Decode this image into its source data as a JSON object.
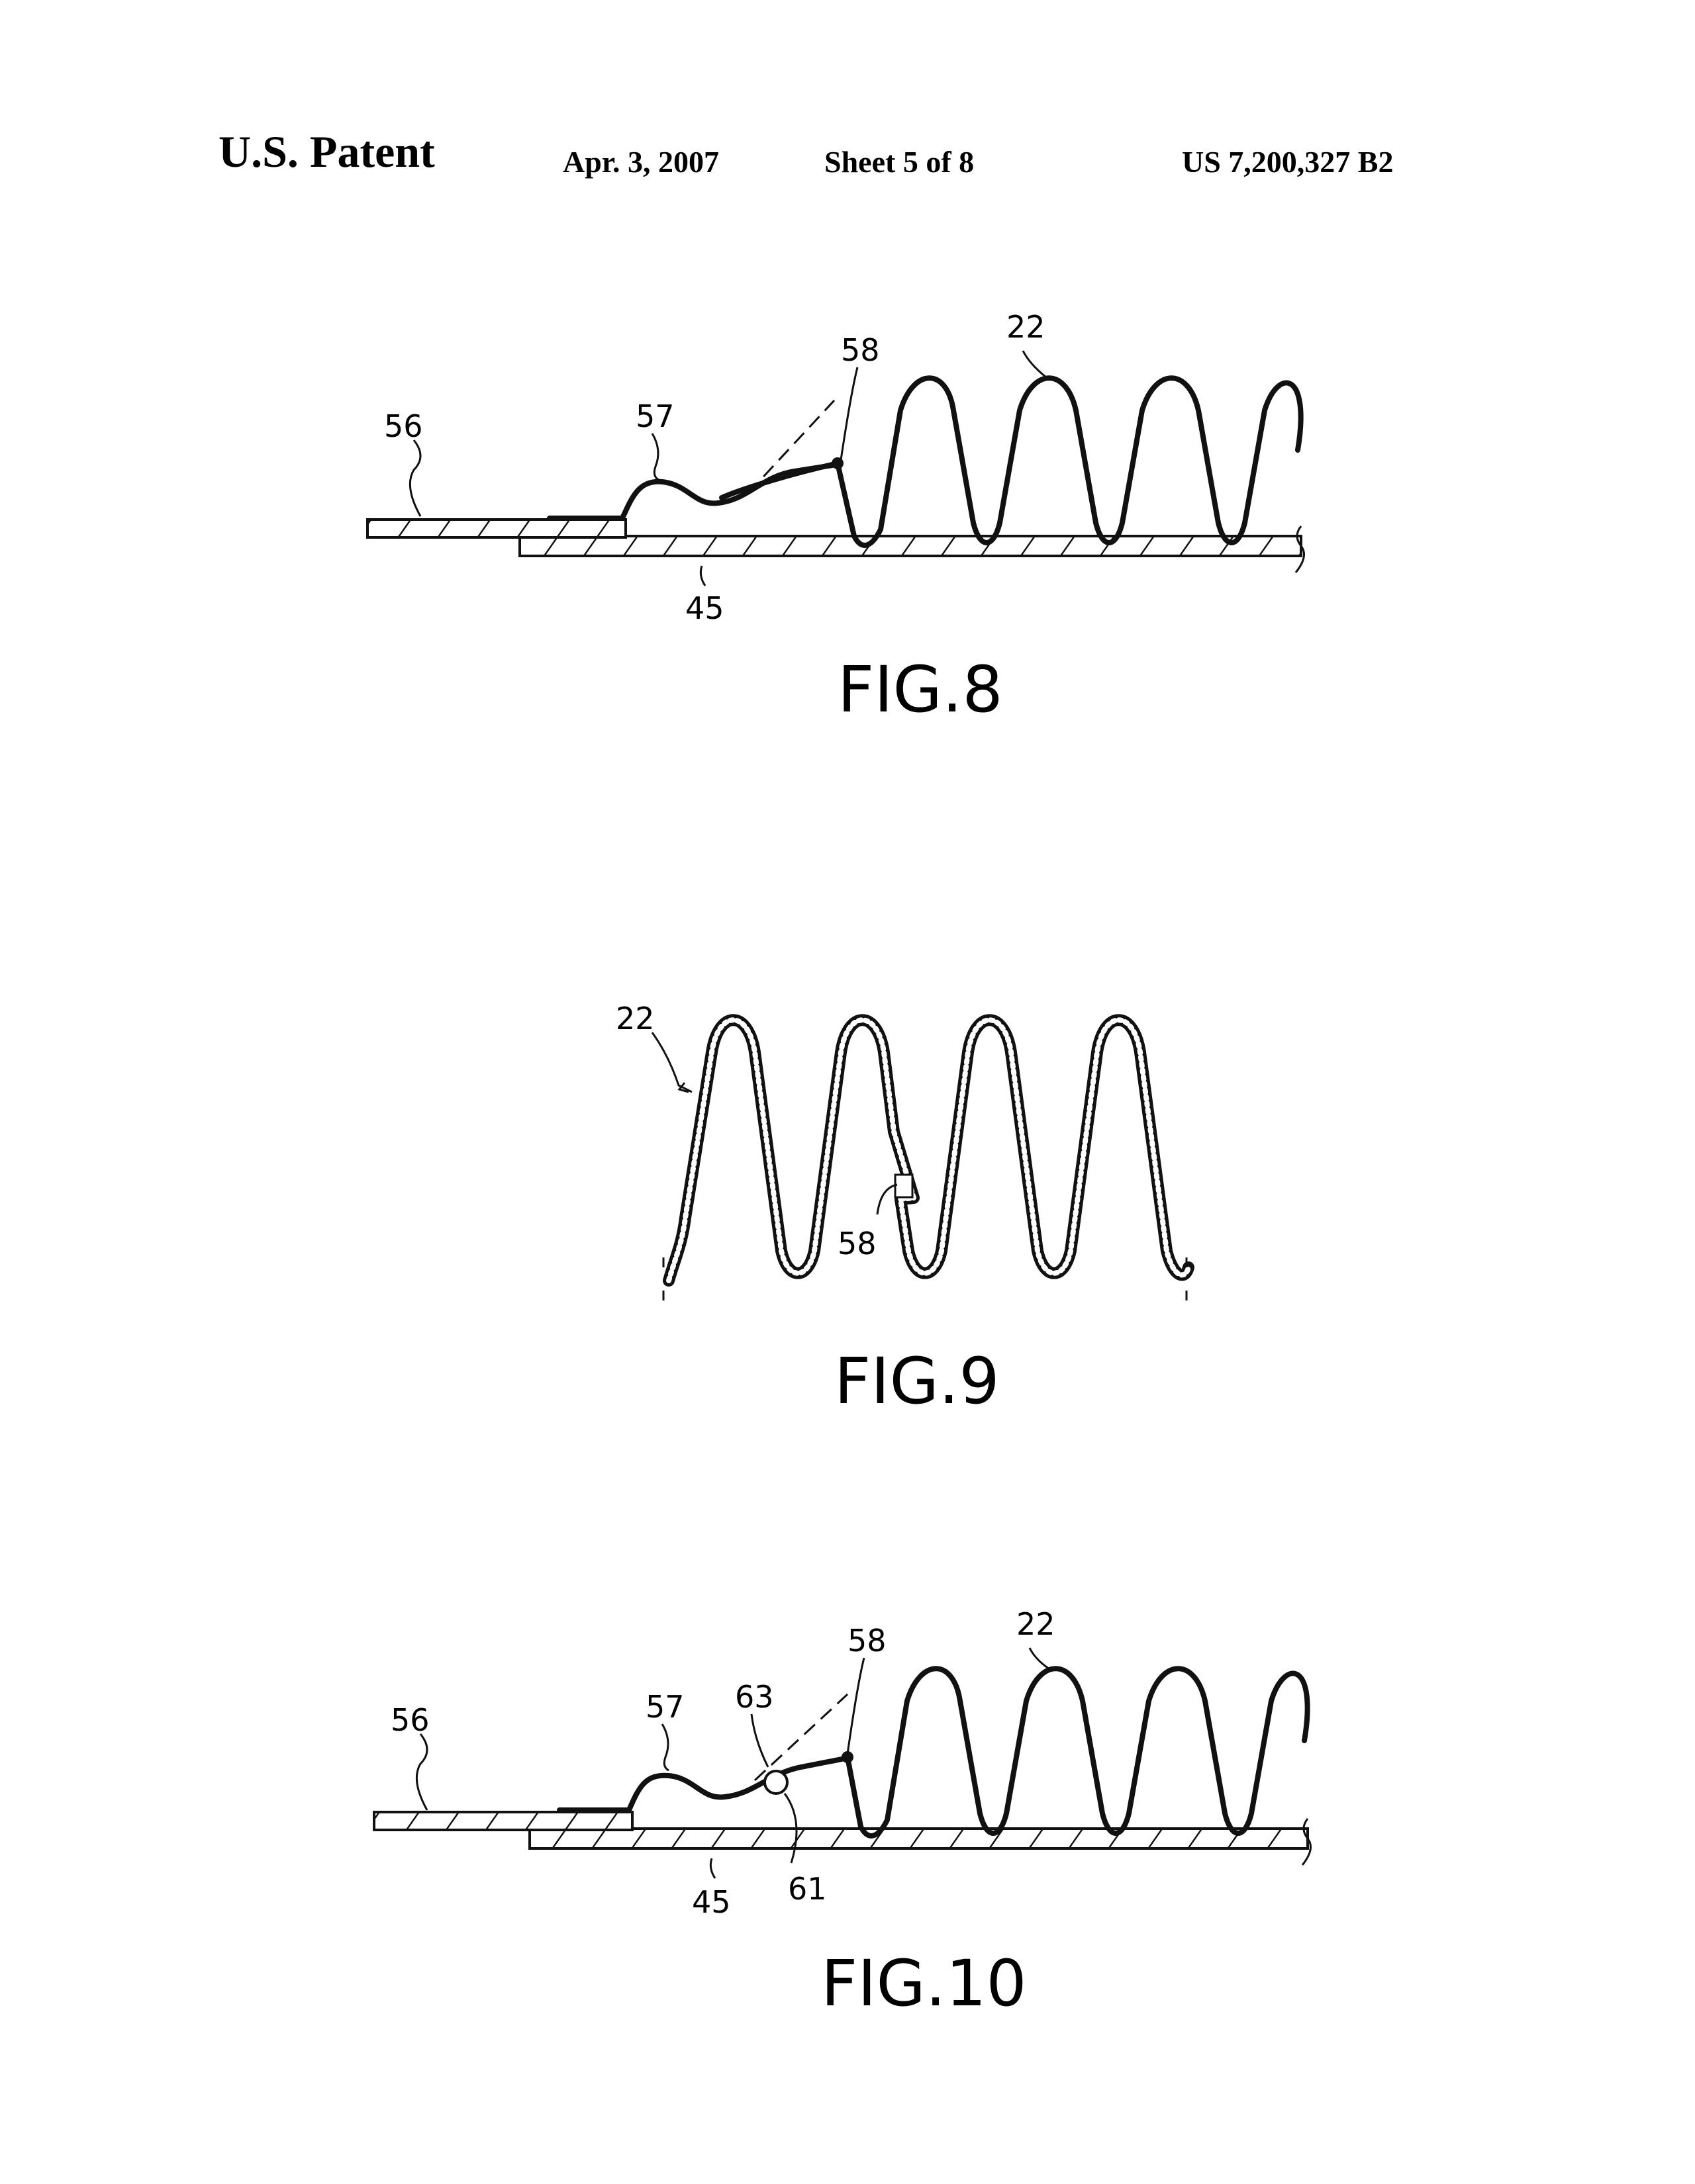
{
  "header": {
    "title": "U.S. Patent",
    "date": "Apr. 3, 2007",
    "sheet": "Sheet 5 of 8",
    "patent_number": "US 7,200,327 B2"
  },
  "figures": [
    {
      "caption": "FIG.8",
      "labels": {
        "wave": "22",
        "weld": "58",
        "clip": "57",
        "strip": "56",
        "base": "45"
      }
    },
    {
      "caption": "FIG.9",
      "labels": {
        "wave": "22",
        "weld": "58"
      }
    },
    {
      "caption": "FIG.10",
      "labels": {
        "wave": "22",
        "weld": "58",
        "seam": "63",
        "clip": "57",
        "strip": "56",
        "base": "45",
        "ball": "61"
      }
    }
  ]
}
